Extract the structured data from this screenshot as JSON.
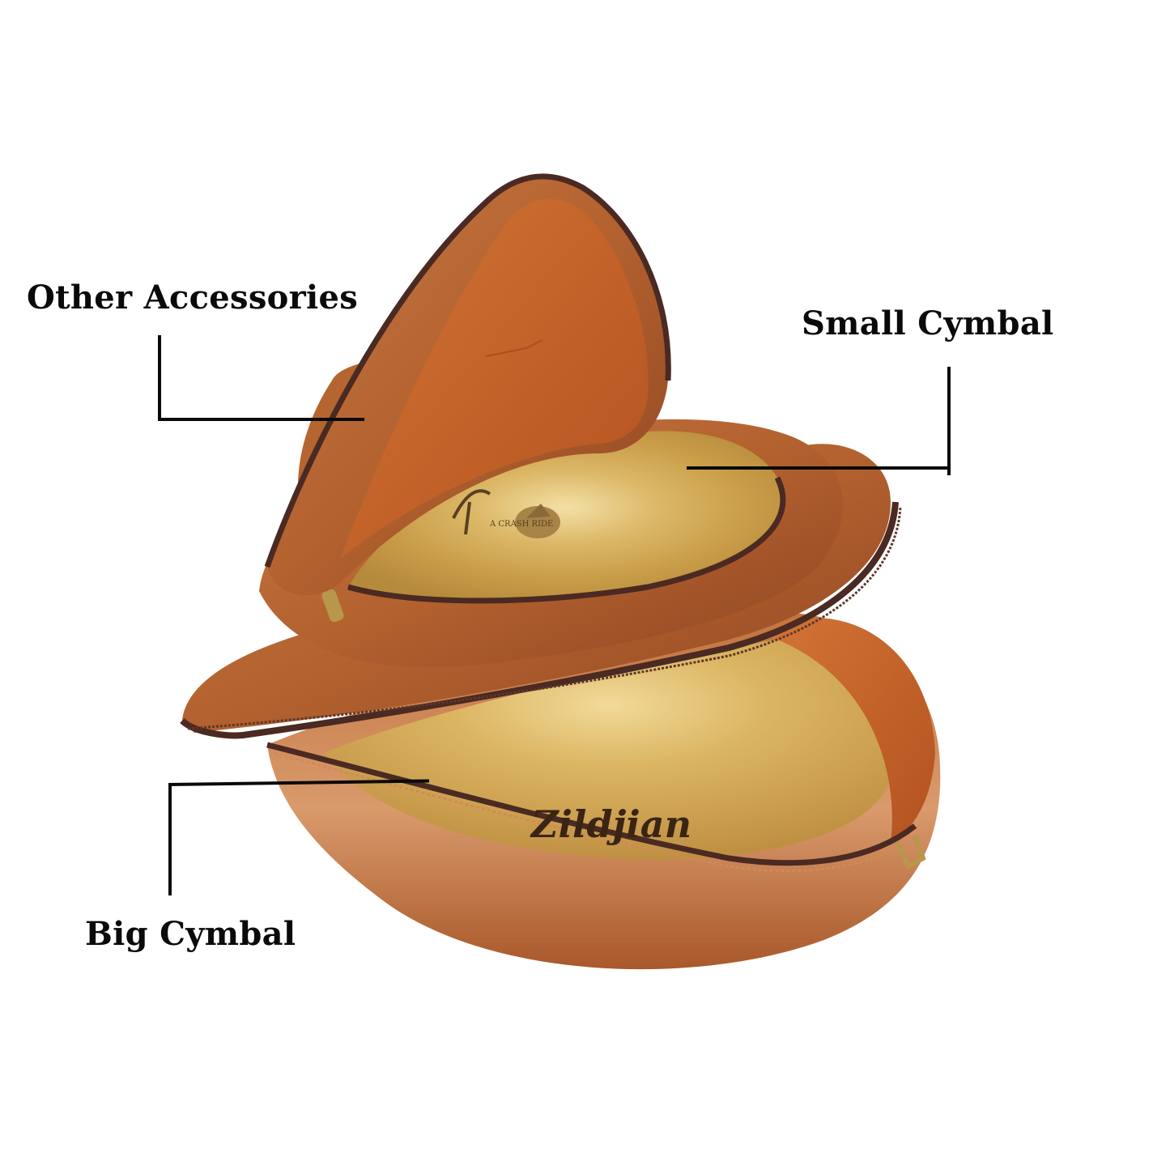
{
  "image": {
    "subject": "Open brown leather cymbal bag with two Zildjian cymbals",
    "background": "#ffffff"
  },
  "annotations": [
    {
      "id": "other",
      "label": "Other Accessories"
    },
    {
      "id": "small",
      "label": "Small Cymbal"
    },
    {
      "id": "big",
      "label": "Big Cymbal"
    }
  ],
  "product": {
    "brand_text": "Zildjian",
    "small_cymbal_marking": "A CRASH RIDE",
    "colors": {
      "leather": "#b3612f",
      "leather_dark": "#7a3a1c",
      "leather_light": "#d08a58",
      "lining": "#c4622a",
      "zipper": "#4a2a22",
      "cymbal": "#d9b45c",
      "cymbal_light": "#f0d99a",
      "brass_hardware": "#b8964a",
      "leader_line": "#0a0a0a"
    }
  }
}
